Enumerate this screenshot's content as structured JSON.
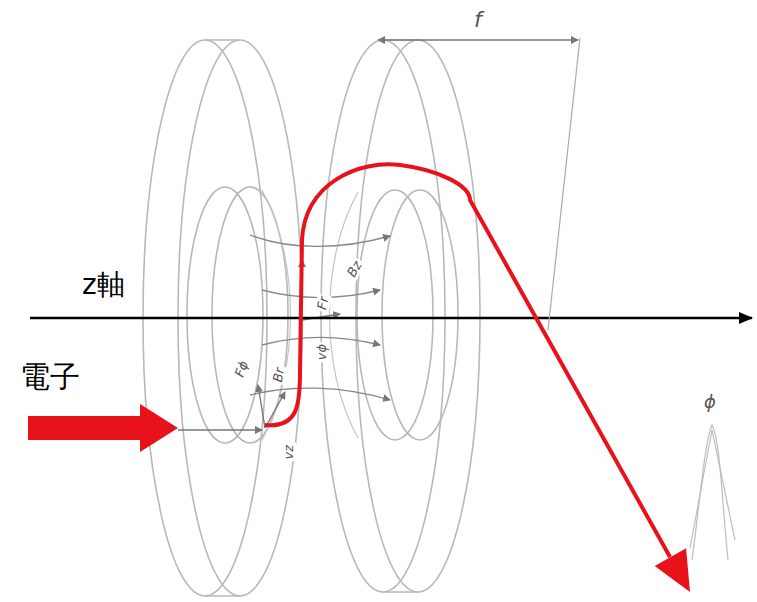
{
  "diagram": {
    "labels": [
      "z軸",
      "電子",
      "f",
      "ϕ",
      "vϕ",
      "Bz",
      "Fr",
      "Fϕ",
      "Br",
      "vz"
    ]
  }
}
